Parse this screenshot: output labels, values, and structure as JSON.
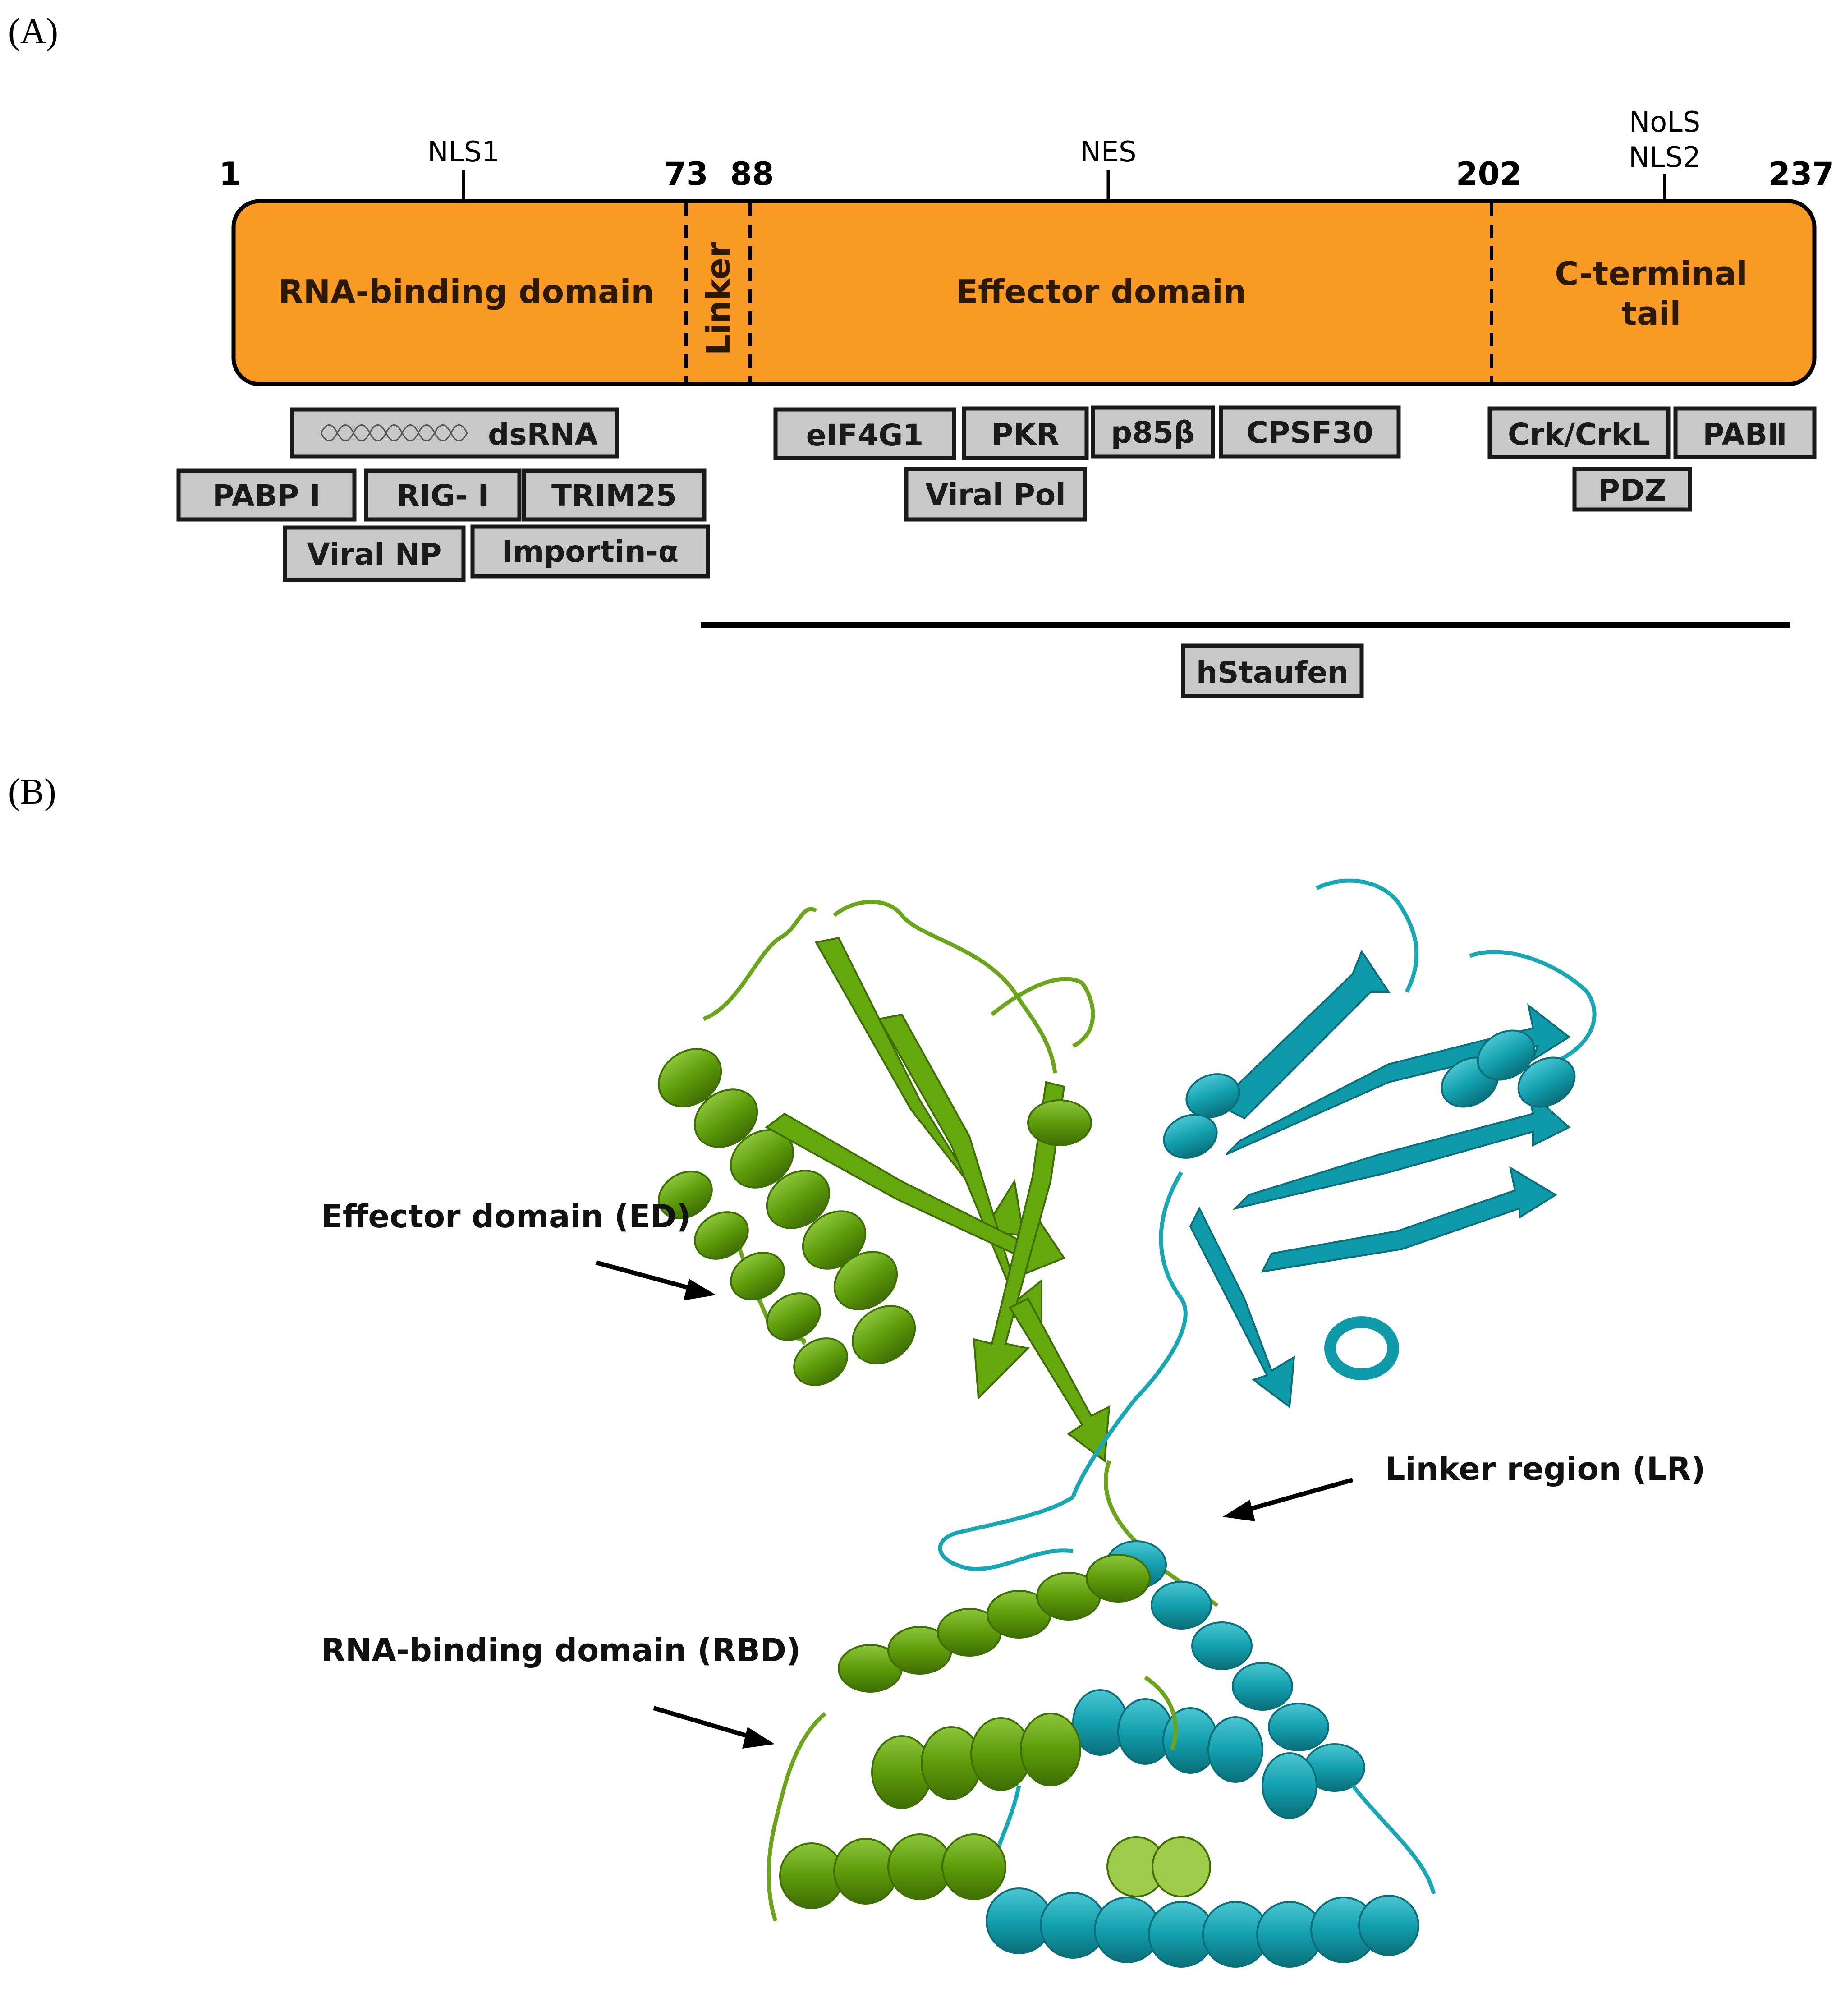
{
  "panels": {
    "a": "(A)",
    "b": "(B)"
  },
  "positions": {
    "p1": "1",
    "p73": "73",
    "p88": "88",
    "p202": "202",
    "p237": "237"
  },
  "sites": {
    "nls1": "NLS1",
    "nes": "NES",
    "nols": "NoLS",
    "nls2": "NLS2"
  },
  "domains": {
    "rbd": "RNA-binding domain",
    "linker": "Linker",
    "effector": "Effector domain",
    "ctail_line1": "C-terminal",
    "ctail_line2": "tail"
  },
  "partners": {
    "dsrna": "dsRNA",
    "pabp1": "PABP I",
    "rigi": "RIG- I",
    "trim25": "TRIM25",
    "viral_np": "Viral NP",
    "importin": "Importin-α",
    "eif4g1": "eIF4G1",
    "pkr": "PKR",
    "p85b": "p85β",
    "cpsf30": "CPSF30",
    "viral_pol": "Viral Pol",
    "crk": "Crk/CrkL",
    "pab2": "PABⅡ",
    "pdz": "PDZ",
    "hstaufen": "hStaufen"
  },
  "structure_labels": {
    "ed": "Effector domain (ED)",
    "lr": "Linker region (LR)",
    "rbd": "RNA-binding domain (RBD)"
  },
  "colors": {
    "domain_fill": "#F99A24",
    "box_fill": "#C8C8C8",
    "green_chain": "#5E9C0A",
    "teal_chain": "#13A0AE"
  }
}
